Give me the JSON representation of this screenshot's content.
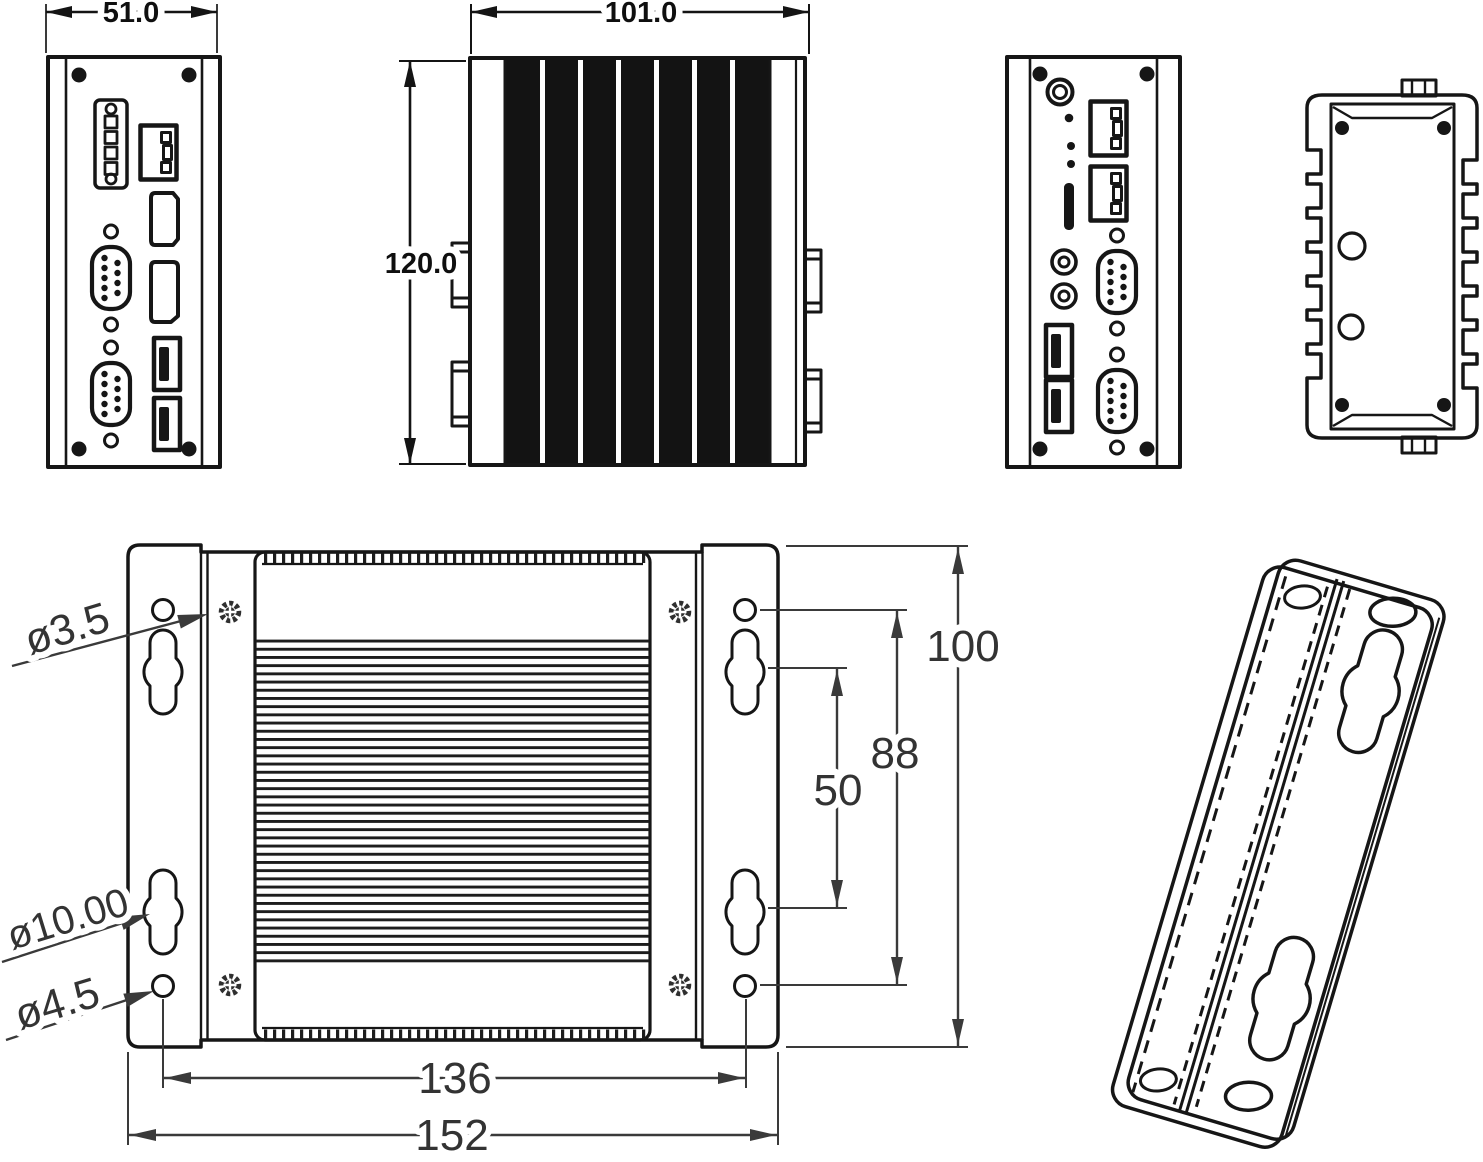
{
  "drawing": {
    "line_color": "#161616",
    "dim_color": "#3a3a3a",
    "dims": {
      "front_width": "51.0",
      "side_width": "101.0",
      "side_height": "120.0",
      "mount_overall_width": "152",
      "mount_hole_spacing_width": "136",
      "mount_overall_height": "100",
      "mount_hole_spacing_height": "88",
      "mount_keyhole_spacing": "50",
      "hole_top_label": "ø3.5",
      "keyhole_label": "ø10.00",
      "hole_bottom_label": "ø4.5"
    }
  }
}
